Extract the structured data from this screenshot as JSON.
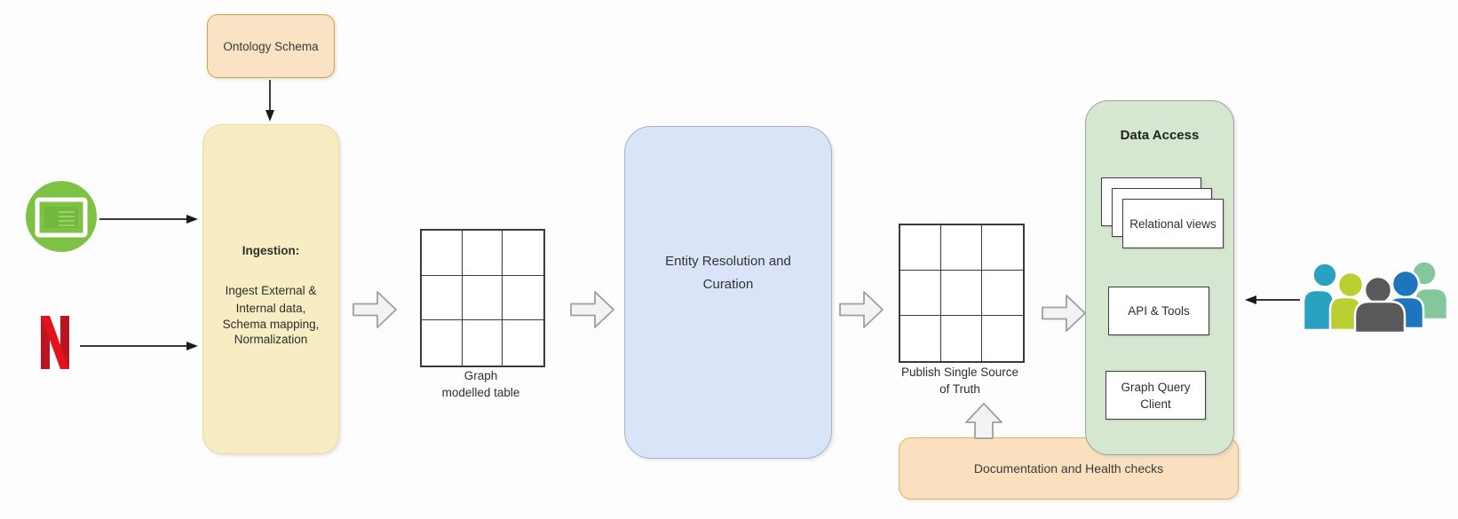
{
  "nodes": {
    "ontology": "Ontology Schema",
    "ingestion_title": "Ingestion:",
    "ingestion_line1": "Ingest External &",
    "ingestion_line2": "Internal data,",
    "ingestion_line3": "Schema mapping,",
    "ingestion_line4": "Normalization",
    "graph_table_label1": "Graph",
    "graph_table_label2": "modelled table",
    "entity_line1": "Entity Resolution and",
    "entity_line2": "Curation",
    "publish_label1": "Publish Single Source",
    "publish_label2": "of Truth",
    "data_access_title": "Data Access",
    "relational_views": "Relational views",
    "api_tools": "API & Tools",
    "graph_query_line1": "Graph Query",
    "graph_query_line2": "Client",
    "documentation": "Documentation and Health checks"
  },
  "icons": {
    "news_source": "news-source-icon",
    "netflix": "netflix-n-logo",
    "users": "users-group-icon",
    "flow_arrow": "block-arrow-icon"
  },
  "colors": {
    "peach_fill": "#FAE3C5",
    "peach_border": "#D79F3E",
    "doc_fill": "#FAE0BF",
    "yellow_fill": "#F7ECC2",
    "blue_fill": "#DAE4F8",
    "green_panel_fill": "#D5E7D1",
    "table_line": "#3A3A3A",
    "netflix_red": "#C11119",
    "news_icon_green": "#7DC242",
    "people_colors": [
      "#29A2C2",
      "#BCCF30",
      "#58595B",
      "#1D76BD",
      "#85C79C"
    ]
  }
}
